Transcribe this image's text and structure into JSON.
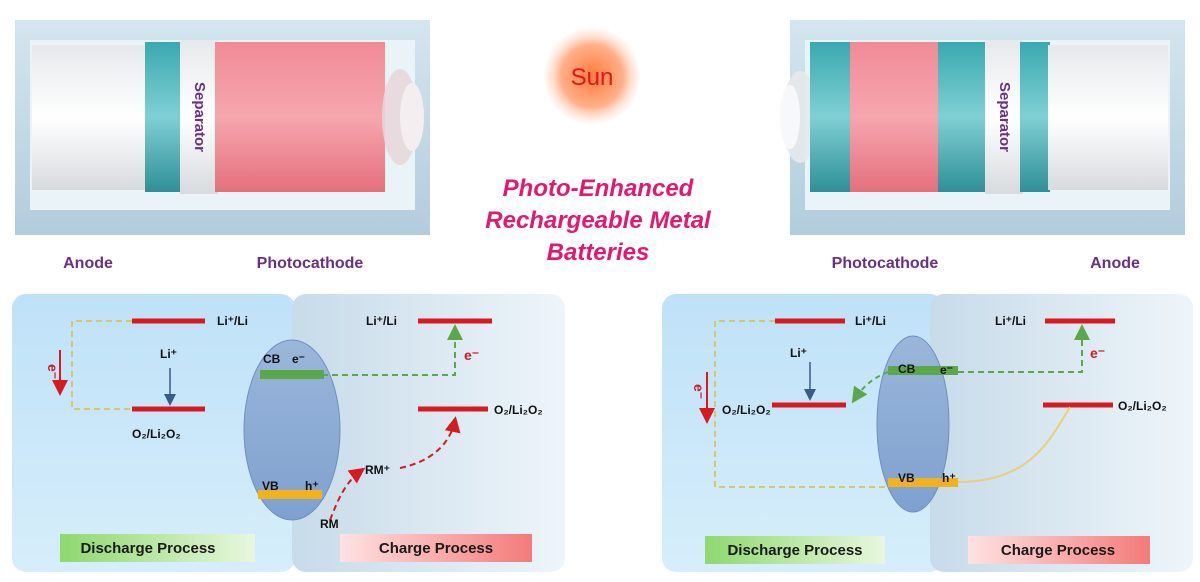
{
  "title": {
    "line1": "Photo-Enhanced",
    "line2": "Rechargeable Metal",
    "line3": "Batteries"
  },
  "sun": {
    "label": "Sun"
  },
  "battery_left": {
    "separator": "Separator",
    "anode": "Anode",
    "photocathode": "Photocathode"
  },
  "battery_right": {
    "separator": "Separator",
    "anode": "Anode",
    "photocathode": "Photocathode"
  },
  "left_panel": {
    "li_li_discharge": "Li⁺/Li",
    "li_plus": "Li⁺",
    "o2_discharge": "O₂/Li₂O₂",
    "e_discharge": "e⁻",
    "li_li_charge": "Li⁺/Li",
    "e_charge": "e⁻",
    "o2_charge": "O₂/Li₂O₂",
    "cb": "CB",
    "cb_e": "e⁻",
    "vb": "VB",
    "vb_h": "h⁺",
    "rm_plus": "RM⁺",
    "rm": "RM",
    "discharge_process": "Discharge Process",
    "charge_process": "Charge Process"
  },
  "right_panel": {
    "li_li_discharge": "Li⁺/Li",
    "li_plus": "Li⁺",
    "o2_discharge": "O₂/Li₂O₂",
    "e_discharge": "e⁻",
    "li_li_charge": "Li⁺/Li",
    "e_charge": "e⁻",
    "o2_charge": "O₂/Li₂O₂",
    "cb": "CB",
    "cb_e": "e⁻",
    "vb": "VB",
    "vb_h": "h⁺",
    "discharge_process": "Discharge Process",
    "charge_process": "Charge Process"
  },
  "colors": {
    "title": "#e3186f",
    "level_line": "#d71920",
    "cb_band": "#5aa84a",
    "vb_band": "#f0b21e",
    "electron_path": "#c8b86a",
    "caption": "#6a2f86"
  }
}
